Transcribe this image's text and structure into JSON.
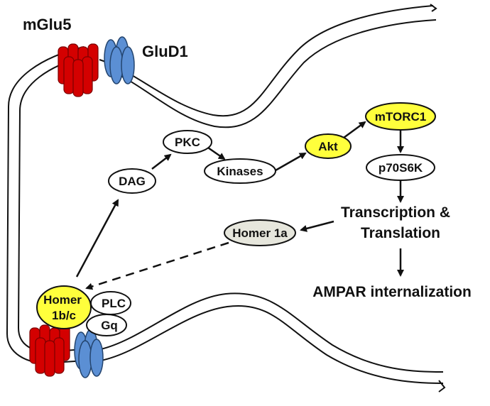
{
  "labels": {
    "mglu5": "mGlu5",
    "glud1": "GluD1"
  },
  "nodes": {
    "pkc": "PKC",
    "dag": "DAG",
    "kinases": "Kinases",
    "akt": "Akt",
    "mtorc1": "mTORC1",
    "p70s6k": "p70S6K",
    "homer1a": "Homer 1a",
    "homer1bc_line1": "Homer",
    "homer1bc_line2": "1b/c",
    "plc": "PLC",
    "gq": "Gq"
  },
  "outputs": {
    "transcription_line1": "Transcription &",
    "transcription_line2": "Translation",
    "ampar": "AMPAR internalization"
  },
  "colors": {
    "highlight_yellow": "#ffff3c",
    "homer1a_fill": "#e6e6dc",
    "receptor_red": "#d40000",
    "receptor_blue": "#5b8fd4"
  }
}
